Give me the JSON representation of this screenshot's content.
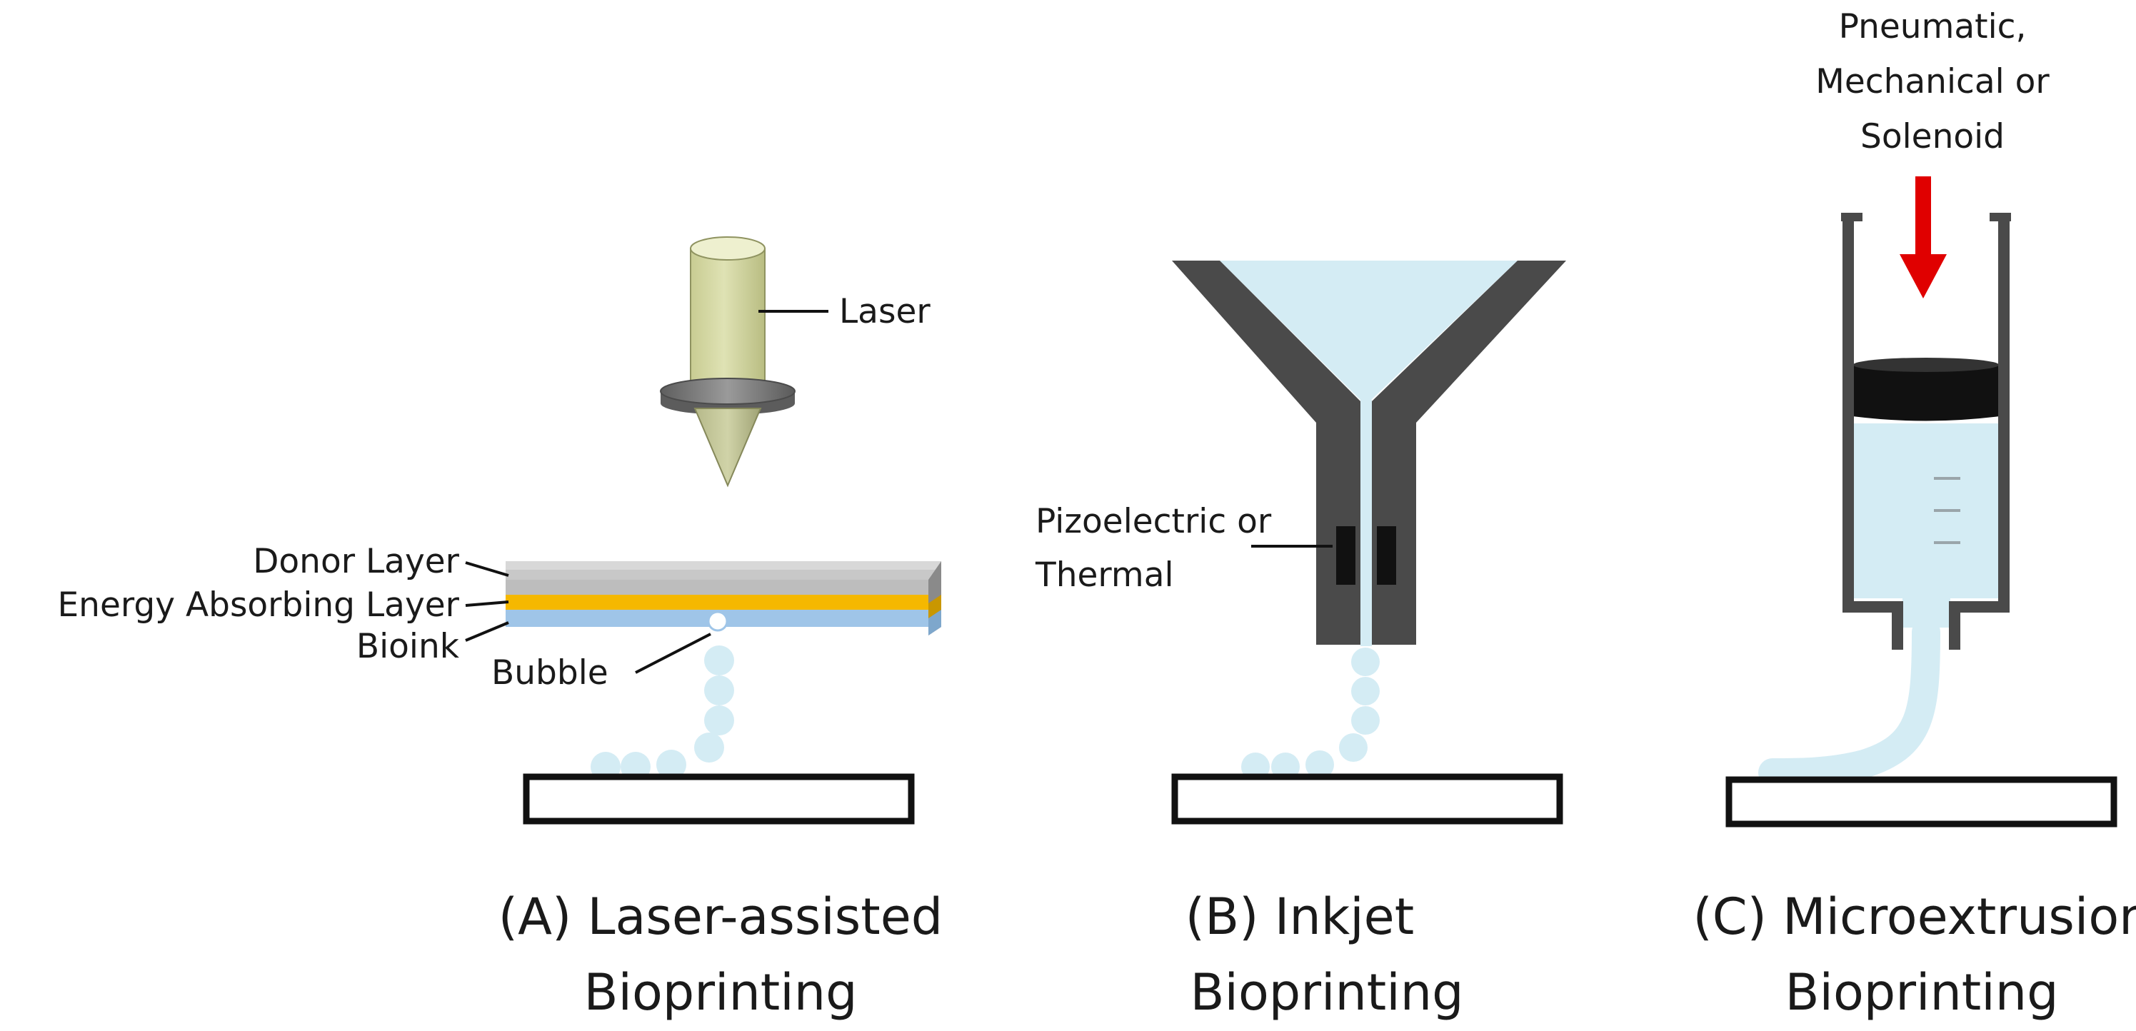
{
  "panels": {
    "laser": {
      "caption_line1": "(A) Laser-assisted",
      "caption_line2": "Bioprinting",
      "labels": {
        "laser": "Laser",
        "donor": "Donor Layer",
        "energy": "Energy Absorbing Layer",
        "bioink": "Bioink",
        "bubble": "Bubble"
      }
    },
    "inkjet": {
      "caption_line1": "(B) Inkjet",
      "caption_line2": "Bioprinting",
      "labels": {
        "actuator_line1": "Pizoelectric or",
        "actuator_line2": "Thermal"
      }
    },
    "extrusion": {
      "caption_line1": "(C) Microextrusion",
      "caption_line2": "Bioprinting",
      "labels": {
        "drive_line1": "Pneumatic,",
        "drive_line2": "Mechanical or",
        "drive_line3": "Solenoid"
      }
    }
  },
  "colors": {
    "laser_body": "#d5d8a6",
    "laser_ring": "#7a7a7a",
    "donor_layer": "#c8c8c8",
    "energy_layer": "#f5b800",
    "bioink": "#9fc5e8",
    "droplet": "#d4ecf4",
    "nozzle_wall": "#4a4a4a",
    "plunger": "#111111",
    "arrow": "#e00000"
  }
}
